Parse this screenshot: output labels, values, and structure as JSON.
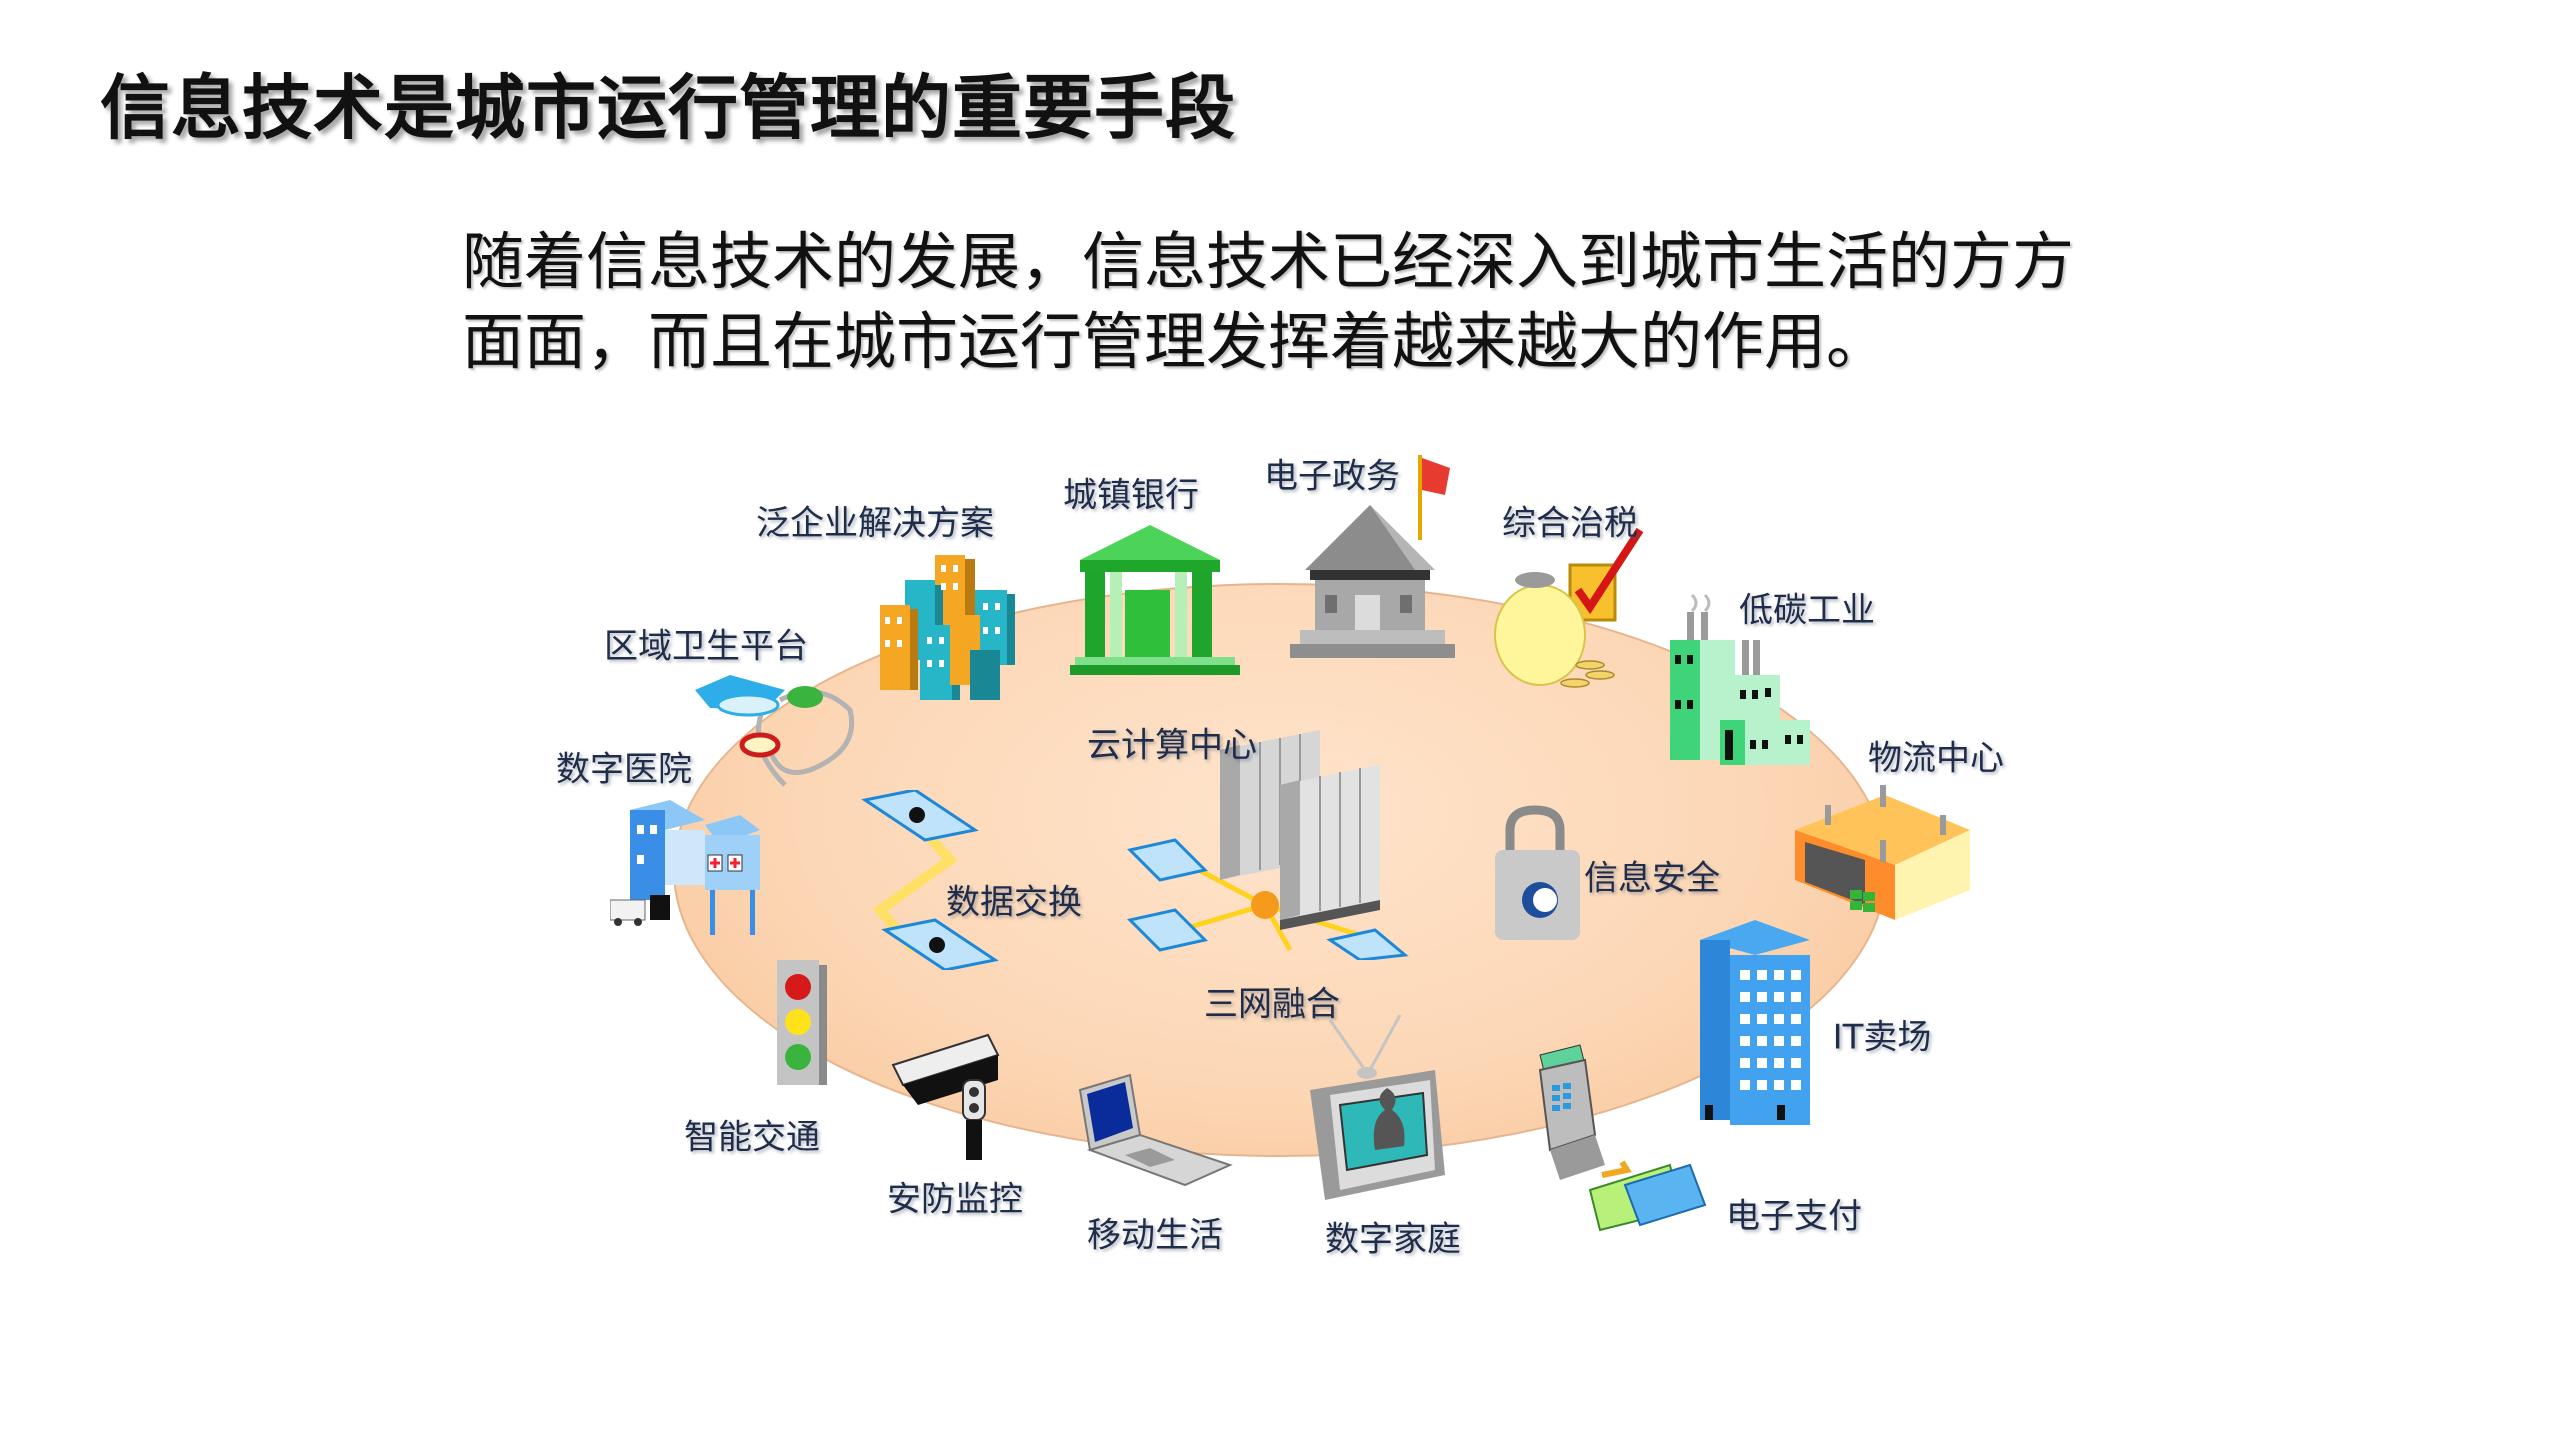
{
  "slide": {
    "title": "信息技术是城市运行管理的重要手段",
    "paragraph": {
      "line1": "随着信息技术的发展，信息技术已经深入到城市生活的方方",
      "line2": "面面，而且在城市运行管理发挥着越来越大的作用。"
    }
  },
  "diagram": {
    "plate_color": "#fcd7b6",
    "label_color": "#1f2d4a",
    "nodes": [
      {
        "id": "enterprise",
        "label": "泛企业解决方案",
        "icon": "office-buildings-icon"
      },
      {
        "id": "bank",
        "label": "城镇银行",
        "icon": "bank-building-icon"
      },
      {
        "id": "egov",
        "label": "电子政务",
        "icon": "government-building-flag-icon"
      },
      {
        "id": "tax",
        "label": "综合治税",
        "icon": "money-bag-checkmark-icon"
      },
      {
        "id": "industry",
        "label": "低碳工业",
        "icon": "factory-icon"
      },
      {
        "id": "health",
        "label": "区域卫生平台",
        "icon": "blood-pressure-monitor-icon"
      },
      {
        "id": "logistics",
        "label": "物流中心",
        "icon": "warehouse-icon"
      },
      {
        "id": "hospital",
        "label": "数字医院",
        "icon": "hospital-ambulance-icon"
      },
      {
        "id": "cloud",
        "label": "云计算中心",
        "icon": "server-racks-icon"
      },
      {
        "id": "exchange",
        "label": "数据交换",
        "icon": "data-exchange-icon"
      },
      {
        "id": "security",
        "label": "信息安全",
        "icon": "padlock-icon"
      },
      {
        "id": "triple",
        "label": "三网融合",
        "icon": "network-terminals-icon"
      },
      {
        "id": "itmall",
        "label": "IT卖场",
        "icon": "office-tower-icon"
      },
      {
        "id": "traffic",
        "label": "智能交通",
        "icon": "traffic-light-icon"
      },
      {
        "id": "surveillance",
        "label": "安防监控",
        "icon": "security-camera-icon"
      },
      {
        "id": "mobile",
        "label": "移动生活",
        "icon": "laptop-icon"
      },
      {
        "id": "home",
        "label": "数字家庭",
        "icon": "television-icon"
      },
      {
        "id": "payment",
        "label": "电子支付",
        "icon": "payment-terminal-card-icon"
      }
    ]
  }
}
